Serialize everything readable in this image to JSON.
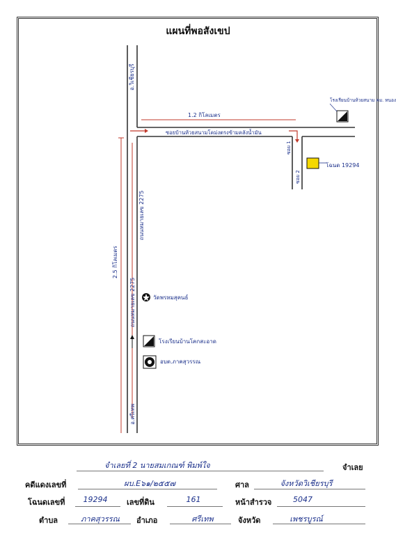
{
  "map": {
    "title": "แผนที่พอสังเขป",
    "labels": {
      "top_road": "อ.วิเชียรบุรี",
      "distance_h": "1.2 กิโลเมตร",
      "side_road": "ซอยบ้านห้วยสนามโคม่งตรงข้ามคลังน้ำมัน",
      "highway_upper": "ถนนหมายเลข 2275",
      "distance_v": "2.5 กิโลเมตร",
      "highway_lower": "ถนนหมายเลข 2275",
      "bottom_road": "อ.ศรีเทพ",
      "school_top": "โรงเรียนบ้านห้วยสนาม คม. หนองหญ้าปล้อง",
      "lane_left": "ซอย 1",
      "lane_right": "ซอย 2",
      "parcel": "โฉนด 19294",
      "temple": "วัดพรหมสุคนธ์",
      "school": "โรงเรียนบ้านโคกสะอาด",
      "office": "อบต.ภาคสุวรรณ"
    }
  },
  "form": {
    "row1": {
      "text": "จำเลยที่ 2  นายสมเกณฑ์  พิมพ์ใจ",
      "suffix": "จำเลย"
    },
    "row2": {
      "label1": "คดีแดงเลขที่",
      "value1": "ผบ.E๖๑/๒๕๕๗",
      "label2": "ศาล",
      "value2": "จังหวัดวิเชียรบุรี"
    },
    "row3": {
      "label1": "โฉนดเลขที่",
      "value1": "19294",
      "label2": "เลขที่ดิน",
      "value2": "161",
      "label3": "หน้าสำรวจ",
      "value3": "5047"
    },
    "row4": {
      "label1": "ตำบล",
      "value1": "ภาคสุวรรณ",
      "label2": "อำเภอ",
      "value2": "ศรีเทพ",
      "label3": "จังหวัด",
      "value3": "เพชรบูรณ์"
    }
  },
  "colors": {
    "road": "#333333",
    "arrow": "#c0392b",
    "ink": "#1a2f8a",
    "parcel_fill": "#f5d800"
  }
}
